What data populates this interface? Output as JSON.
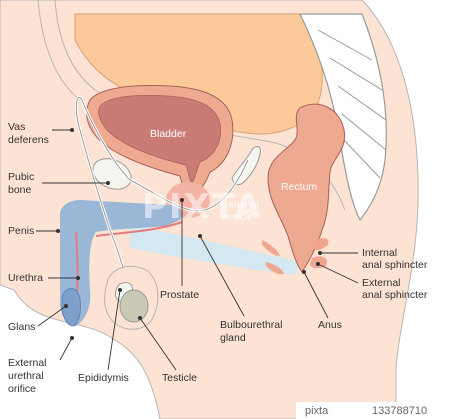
{
  "labels": {
    "vas_deferens": [
      "Vas",
      "deferens"
    ],
    "pubic_bone": [
      "Pubic",
      "bone"
    ],
    "penis": "Penis",
    "urethra": "Urethra",
    "glans": "Glans",
    "external_urethral_orifice": [
      "External",
      "urethral",
      "orifice"
    ],
    "bladder": "Bladder",
    "seminal_vesicle": [
      "Seminal",
      "vesicle"
    ],
    "rectum": "Rectum",
    "prostate": "Prostate",
    "bulbourethral_gland": [
      "Bulbourethral",
      "gland"
    ],
    "anus": "Anus",
    "internal_anal_sphincter": [
      "Internal",
      "anal sphincter"
    ],
    "external_anal_sphincter": [
      "External",
      "anal sphincter"
    ],
    "epididymis": "Epididymis",
    "testicle": "Testicle"
  },
  "watermark": "PIXTA",
  "credit": {
    "brand": "pixta",
    "id": "133788710"
  },
  "colors": {
    "skin": "#fde3d3",
    "skin_outline": "#b5b5b5",
    "organ": "#eeaa90",
    "bladder_inner": "#c97c76",
    "bladder_outline": "#a8605a",
    "intestine": "#fbc99a",
    "urethra_blue": "#9bb7d8",
    "cavity_blue": "#d3e8f1",
    "bone": "#f5f5f0",
    "testicle": "#c9c9b6",
    "sphincter": "#f0a58f"
  }
}
